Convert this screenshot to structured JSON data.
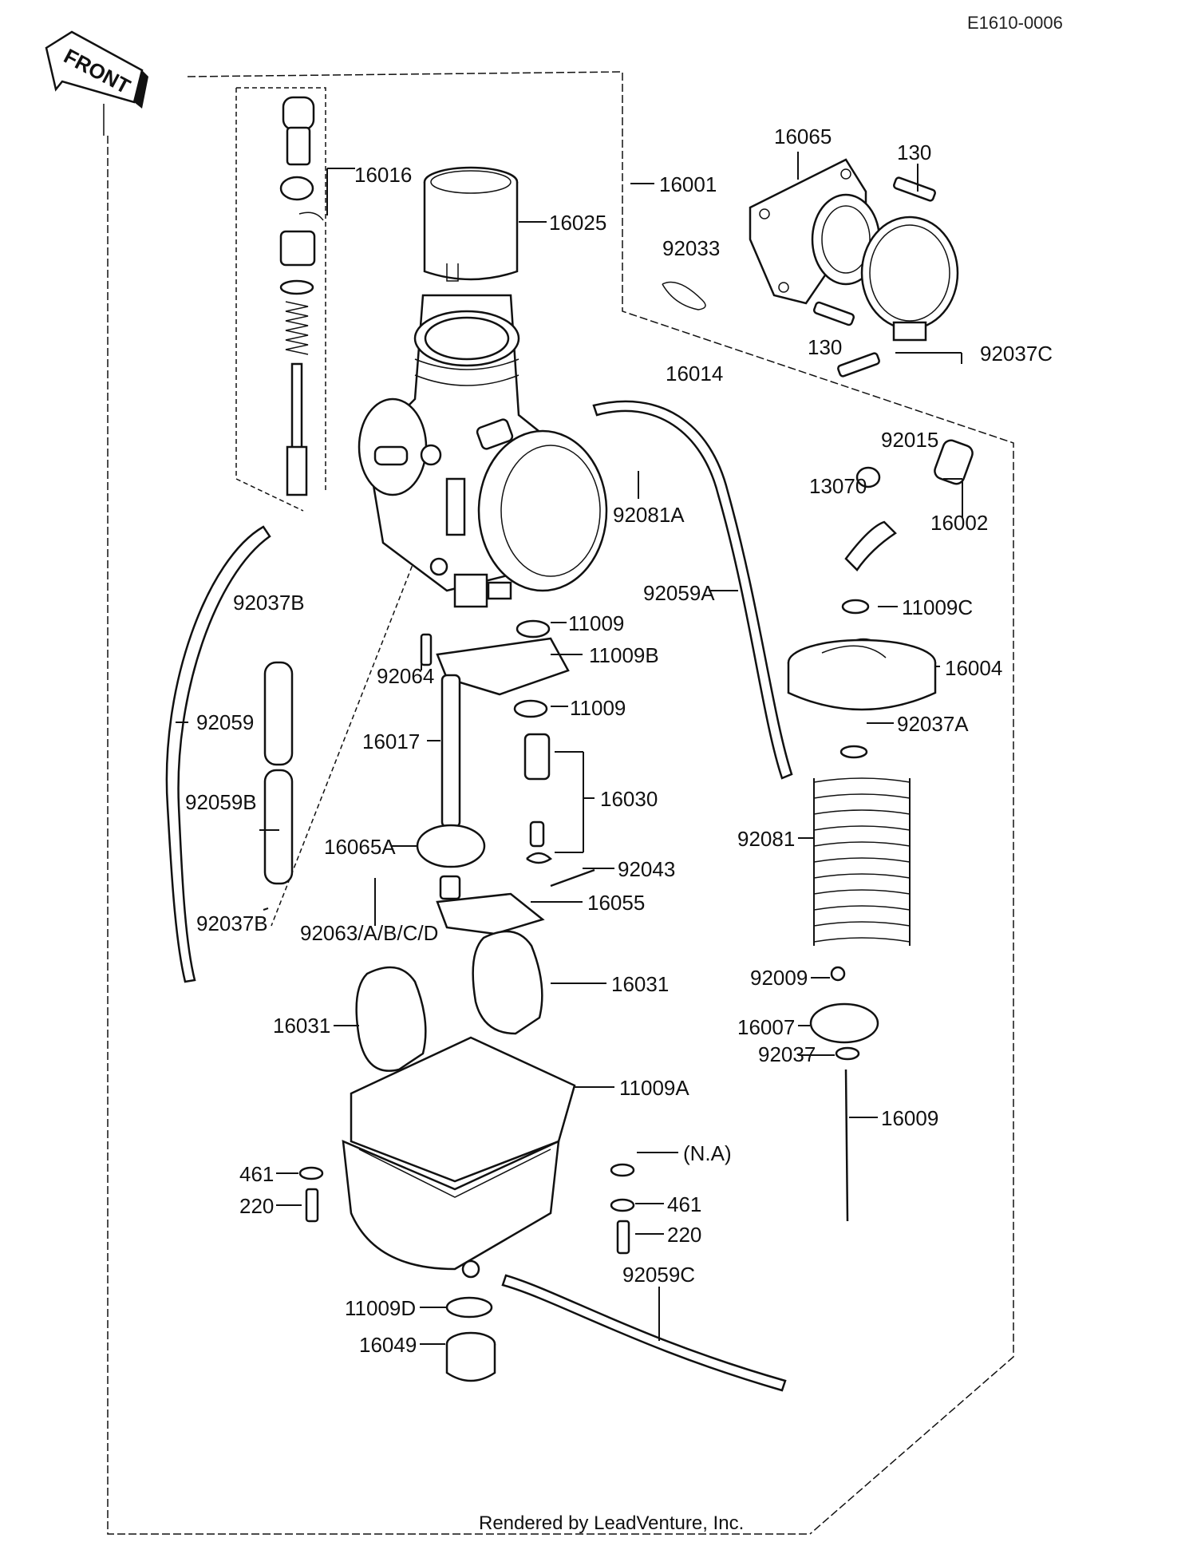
{
  "header": {
    "diagram_code": "E1610-0006",
    "front_label": "FRONT"
  },
  "footer": {
    "credit": "Rendered by LeadVenture, Inc."
  },
  "parts": [
    {
      "id": "16001",
      "label": "16001"
    },
    {
      "id": "16016",
      "label": "16016"
    },
    {
      "id": "16025",
      "label": "16025"
    },
    {
      "id": "92033",
      "label": "92033"
    },
    {
      "id": "16065",
      "label": "16065"
    },
    {
      "id": "130a",
      "label": "130"
    },
    {
      "id": "130b",
      "label": "130"
    },
    {
      "id": "92037C",
      "label": "92037C"
    },
    {
      "id": "16014",
      "label": "16014"
    },
    {
      "id": "92015",
      "label": "92015"
    },
    {
      "id": "13070",
      "label": "13070"
    },
    {
      "id": "16002",
      "label": "16002"
    },
    {
      "id": "92081A",
      "label": "92081A"
    },
    {
      "id": "92059A",
      "label": "92059A"
    },
    {
      "id": "11009C",
      "label": "11009C"
    },
    {
      "id": "16004",
      "label": "16004"
    },
    {
      "id": "92037A",
      "label": "92037A"
    },
    {
      "id": "92037B_top",
      "label": "92037B"
    },
    {
      "id": "11009_top",
      "label": "11009"
    },
    {
      "id": "11009B",
      "label": "11009B"
    },
    {
      "id": "92064",
      "label": "92064"
    },
    {
      "id": "11009_bot",
      "label": "11009"
    },
    {
      "id": "92059",
      "label": "92059"
    },
    {
      "id": "16017",
      "label": "16017"
    },
    {
      "id": "16030",
      "label": "16030"
    },
    {
      "id": "92059B",
      "label": "92059B"
    },
    {
      "id": "92081",
      "label": "92081"
    },
    {
      "id": "16065A",
      "label": "16065A"
    },
    {
      "id": "92043",
      "label": "92043"
    },
    {
      "id": "16055",
      "label": "16055"
    },
    {
      "id": "92037B_bot",
      "label": "92037B"
    },
    {
      "id": "92063",
      "label": "92063/A/B/C/D"
    },
    {
      "id": "16031_r",
      "label": "16031"
    },
    {
      "id": "92009",
      "label": "92009"
    },
    {
      "id": "16031_l",
      "label": "16031"
    },
    {
      "id": "16007",
      "label": "16007"
    },
    {
      "id": "92037",
      "label": "92037"
    },
    {
      "id": "11009A",
      "label": "11009A"
    },
    {
      "id": "16009",
      "label": "16009"
    },
    {
      "id": "NA",
      "label": "(N.A)"
    },
    {
      "id": "461_l",
      "label": "461"
    },
    {
      "id": "220_l",
      "label": "220"
    },
    {
      "id": "461_r",
      "label": "461"
    },
    {
      "id": "220_r",
      "label": "220"
    },
    {
      "id": "92059C",
      "label": "92059C"
    },
    {
      "id": "11009D",
      "label": "11009D"
    },
    {
      "id": "16049",
      "label": "16049"
    }
  ]
}
